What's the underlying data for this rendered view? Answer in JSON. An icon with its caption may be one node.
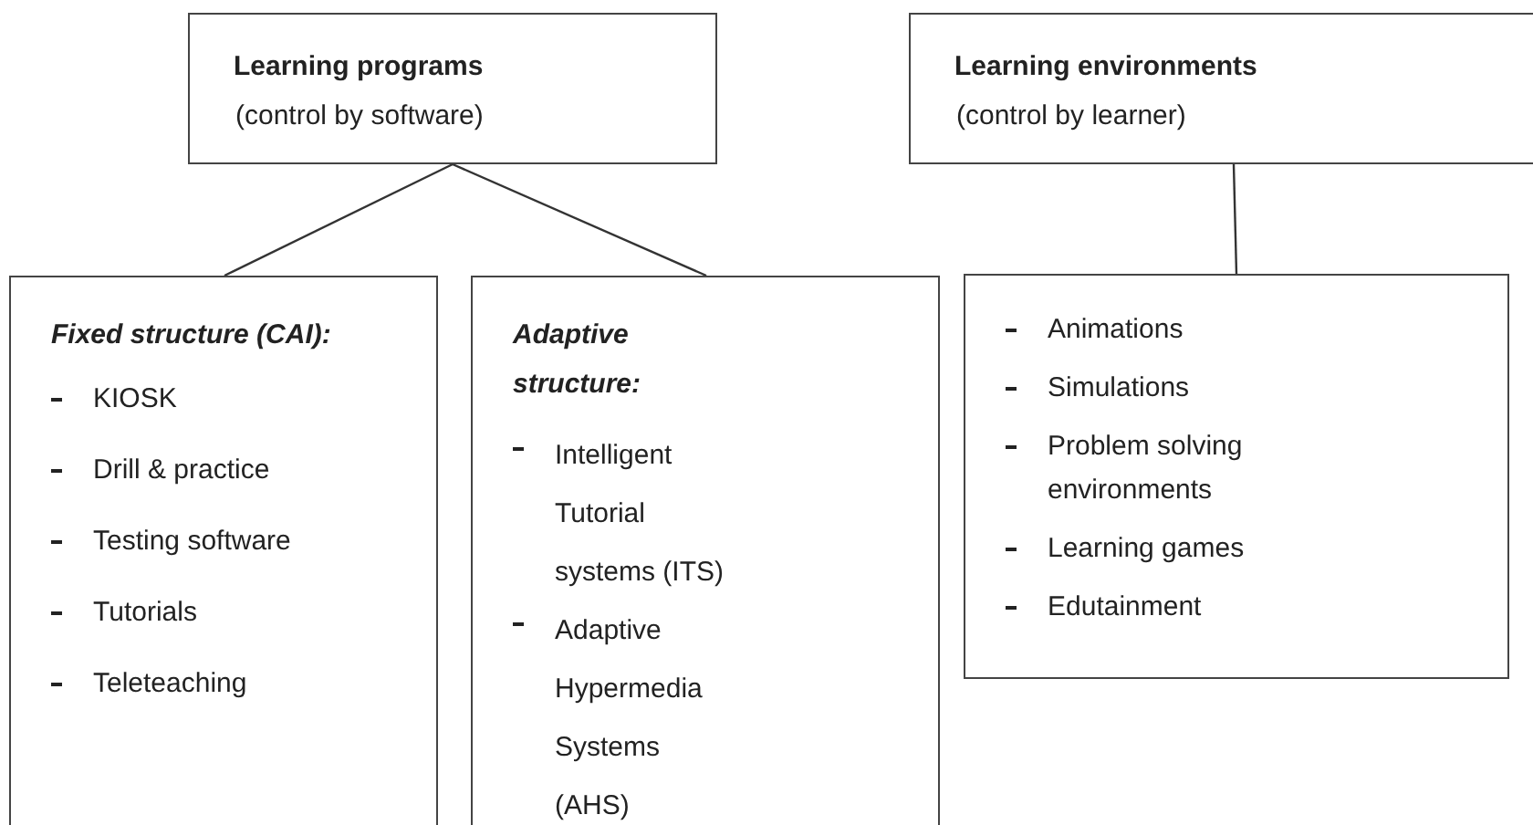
{
  "diagram": {
    "nodes": [
      {
        "text": [
          "Learning programs",
          "(control by software)"
        ]
      },
      {
        "text": [
          "Fixed structure (CAI):",
          "KIOSK",
          "Drill & practice",
          "Testing software",
          "Tutorials",
          "Teleteaching"
        ]
      },
      {
        "text": [
          "Adaptive structure:",
          "Intelligent Tutorial systems (ITS)",
          "Adaptive Hypermedia Systems (AHS)"
        ]
      },
      {
        "text": [
          "Learning environments",
          "(control by learner)"
        ]
      },
      {
        "text": [
          "Animations",
          "Simulations",
          "Problem solving environments",
          "Learning games",
          "Edutainment"
        ]
      }
    ],
    "edges": [
      {
        "from": 0,
        "to": 1,
        "arrow": "none"
      },
      {
        "from": 0,
        "to": 2,
        "arrow": "none"
      },
      {
        "from": 3,
        "to": 4,
        "arrow": "none"
      }
    ]
  }
}
